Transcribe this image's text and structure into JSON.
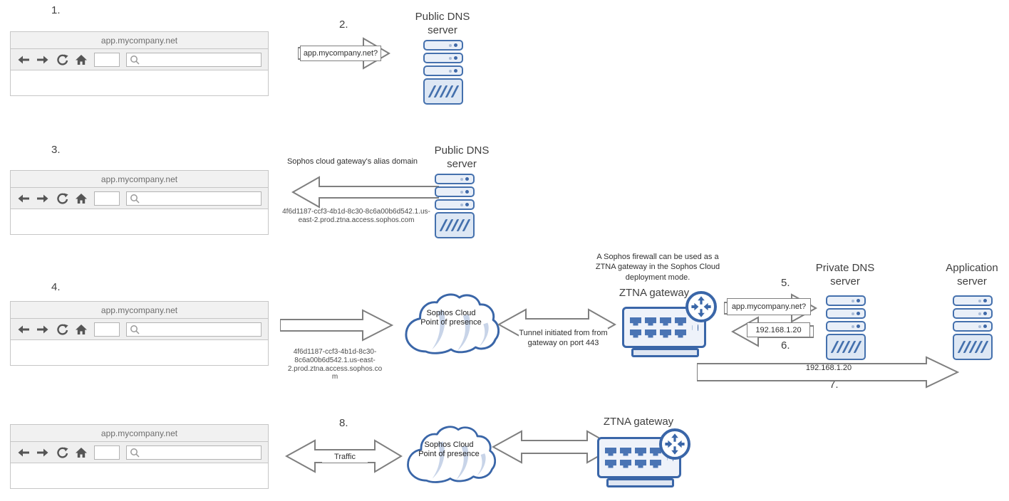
{
  "colors": {
    "icon_blue": "#3a66a8",
    "server_border": "#4470ad",
    "server_fill": "#e9eff8",
    "arrow_gray": "#7f7f7f",
    "chrome_gray": "#f1f1f1"
  },
  "browser": {
    "url": "app.mycompany.net"
  },
  "rows": {
    "r1": {
      "step": "1."
    },
    "r2": {
      "step": "2.",
      "query": "app.mycompany.net?",
      "server_title": "Public DNS server"
    },
    "r3": {
      "step": "3.",
      "caption": "Sophos cloud gateway's alias domain",
      "domain": "4f6d1187-ccf3-4b1d-8c30-8c6a00b6d542.1.us-east-2.prod.ztna.access.sophos.com",
      "server_title": "Public DNS server"
    },
    "r4": {
      "step": "4.",
      "domain": "4f6d1187-ccf3-4b1d-8c30-8c6a00b6d542.1.us-east-2.prod.ztna.access.sophos.com",
      "cloud": "Sophos Cloud Point of presence",
      "tunnel": "Tunnel initiated from from gateway on port 443",
      "note": "A Sophos firewall can be used as a ZTNA gateway in the Sophos Cloud deployment mode.",
      "gateway_title": "ZTNA gateway",
      "step5": "5.",
      "query": "app.mycompany.net?",
      "step6": "6.",
      "ip": "192.168.1.20",
      "private_dns_title": "Private DNS server",
      "app_server_title": "Application server",
      "step7": "7.",
      "ip7": "192.168.1.20"
    },
    "r8": {
      "step": "8.",
      "traffic": "Traffic",
      "cloud": "Sophos Cloud Point of presence",
      "gateway_title": "ZTNA gateway"
    }
  }
}
